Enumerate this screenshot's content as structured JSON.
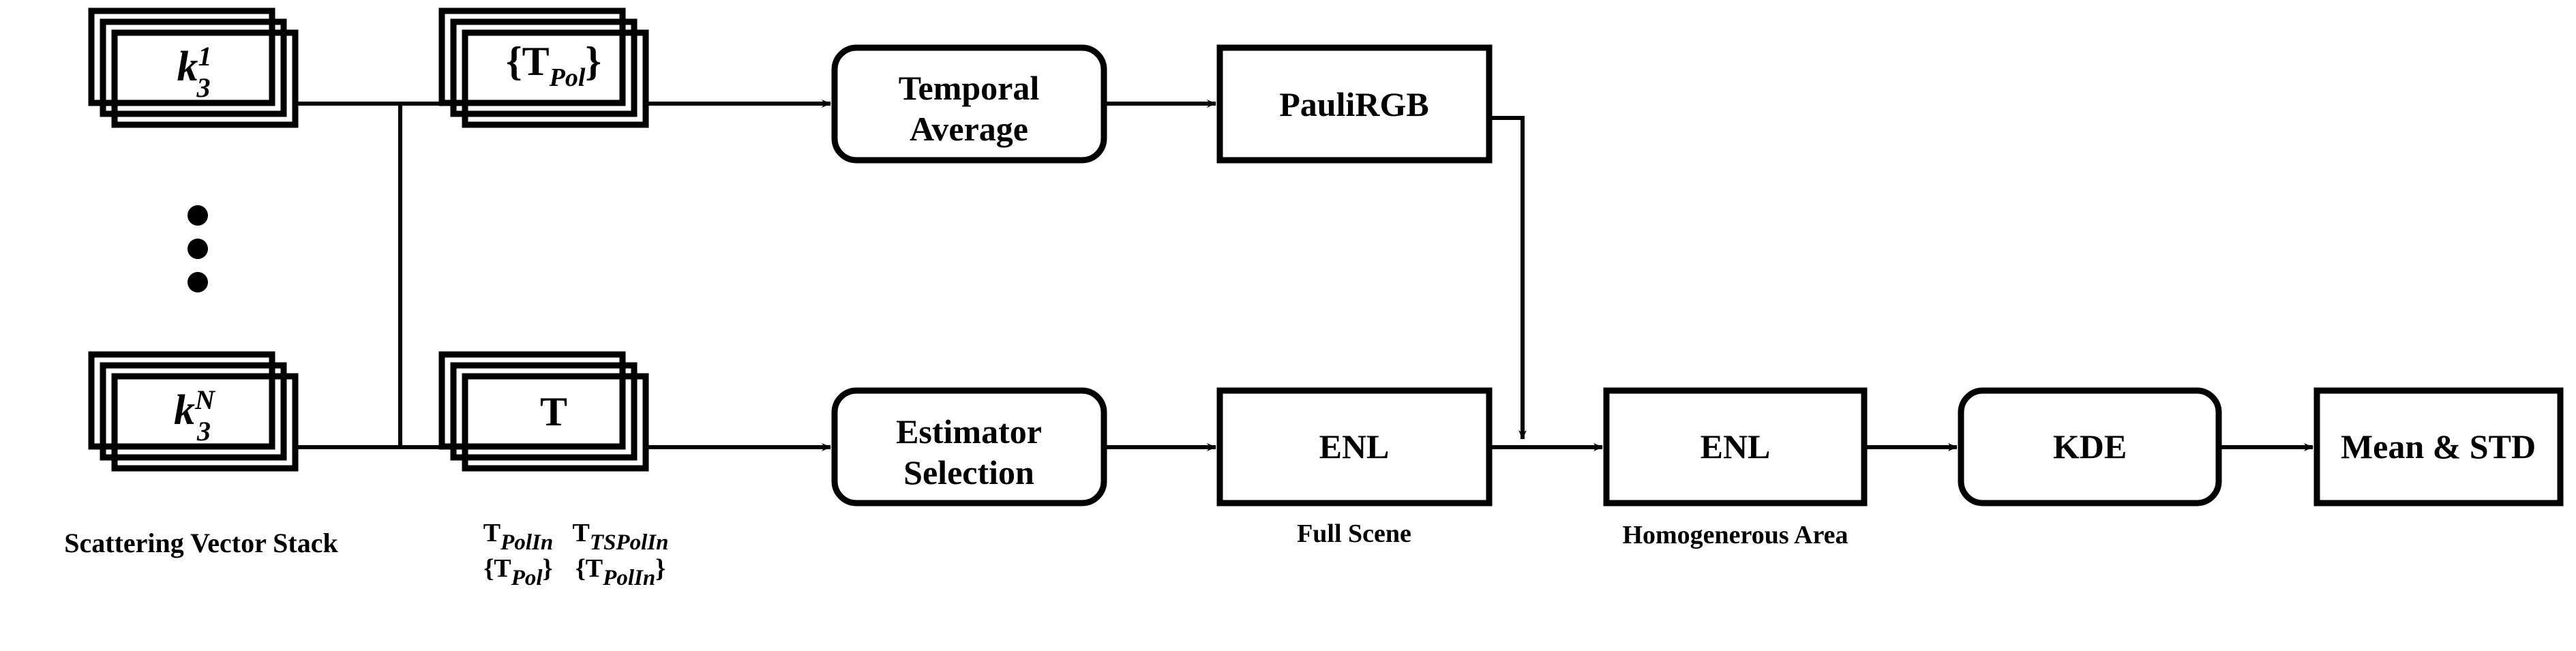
{
  "diagram": {
    "title": "PolInSAR ENL Estimation Pipeline",
    "background_color": "#ffffff",
    "line_color": "#000000"
  },
  "chart_data": {
    "type": "diagram",
    "title": "",
    "nodes": [
      {
        "id": "k1",
        "label": "k",
        "superscript": "1",
        "subscript": "3",
        "shape": "stack-rect",
        "row": "top"
      },
      {
        "id": "kN",
        "label": "k",
        "superscript": "N",
        "subscript": "3",
        "shape": "stack-rect",
        "row": "bottom"
      },
      {
        "id": "tpol",
        "label": "{T_Pol}",
        "shape": "stack-rect",
        "row": "top"
      },
      {
        "id": "temporal",
        "label": "Temporal Average",
        "shape": "rounded-rect",
        "row": "top"
      },
      {
        "id": "pauli",
        "label": "PauliRGB",
        "shape": "rect",
        "row": "top"
      },
      {
        "id": "tmat",
        "label": "T",
        "shape": "stack-rect",
        "row": "bottom"
      },
      {
        "id": "estimator",
        "label": "Estimator Selection",
        "shape": "rounded-rect",
        "row": "bottom"
      },
      {
        "id": "enl_full",
        "label": "ENL",
        "caption": "Full Scene",
        "shape": "rect",
        "row": "bottom"
      },
      {
        "id": "enl_homo",
        "label": "ENL",
        "caption": "Homogenerous Area",
        "shape": "rect",
        "row": "bottom"
      },
      {
        "id": "kde",
        "label": "KDE",
        "shape": "rounded-rect",
        "row": "bottom"
      },
      {
        "id": "meanstd",
        "label": "Mean & STD",
        "shape": "rect",
        "row": "bottom"
      }
    ],
    "edges": [
      {
        "from": "k1",
        "to": "tpol",
        "style": "arrow"
      },
      {
        "from": "tpol",
        "to": "temporal",
        "style": "arrow"
      },
      {
        "from": "temporal",
        "to": "pauli",
        "style": "arrow"
      },
      {
        "from": "kN",
        "to": "tmat",
        "style": "arrow"
      },
      {
        "from": "tmat",
        "to": "estimator",
        "style": "arrow"
      },
      {
        "from": "estimator",
        "to": "enl_full",
        "style": "arrow"
      },
      {
        "from": "enl_full",
        "to": "enl_homo",
        "style": "arrow"
      },
      {
        "from": "pauli",
        "to": "enl_homo",
        "style": "arrow-elbow-down"
      },
      {
        "from": "enl_homo",
        "to": "kde",
        "style": "arrow"
      },
      {
        "from": "kde",
        "to": "meanstd",
        "style": "arrow"
      }
    ],
    "annotations": [
      {
        "id": "ellipsis",
        "text": "vertical-three-dots",
        "between": [
          "k1",
          "kN"
        ]
      }
    ]
  },
  "nodes": {
    "k_top": {
      "base": "k",
      "superscript": "1",
      "subscript": "3"
    },
    "k_bottom": {
      "base": "k",
      "superscript": "N",
      "subscript": "3"
    },
    "t_pol_stack": {
      "open_brace": "{",
      "base": "T",
      "subscript": "Pol",
      "close_brace": "}"
    },
    "temporal_average": {
      "line1": "Temporal",
      "line2": "Average"
    },
    "pauli_rgb": {
      "label": "PauliRGB"
    },
    "t_matrix_stack": {
      "label": "T"
    },
    "estimator_selection": {
      "line1": "Estimator",
      "line2": "Selection"
    },
    "enl_full_scene": {
      "label": "ENL",
      "caption": "Full Scene"
    },
    "enl_homogeneous": {
      "label": "ENL",
      "caption": "Homogenerous Area"
    },
    "kde": {
      "label": "KDE"
    },
    "mean_std": {
      "label": "Mean & STD"
    }
  },
  "captions": {
    "scattering_vector_stack": "Scattering Vector Stack",
    "t_polin": {
      "base": "T",
      "subscript": "PolIn"
    },
    "t_pol_set": {
      "open_brace": "{",
      "base": "T",
      "subscript": "Pol",
      "close_brace": "}"
    },
    "t_tspolin": {
      "base": "T",
      "subscript": "TSPolIn"
    },
    "t_polin_set": {
      "open_brace": "{",
      "base": "T",
      "subscript": "PolIn",
      "close_brace": "}"
    }
  }
}
